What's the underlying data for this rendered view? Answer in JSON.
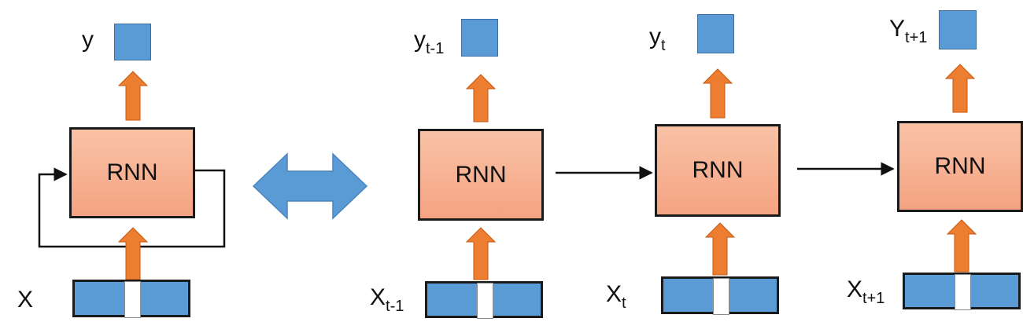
{
  "colors": {
    "rnn_fill_top": "#f9c2a6",
    "rnn_fill_bottom": "#f4a382",
    "box_border": "#1a1a1a",
    "vector_blue": "#5b9bd5",
    "arrow_orange": "#ed7d31",
    "double_arrow_blue": "#5b9bd5"
  },
  "folded": {
    "rnn_label": "RNN",
    "output_label": "y",
    "input_label": "X"
  },
  "unfolded": [
    {
      "rnn_label": "RNN",
      "output_base": "y",
      "output_sub": "t-1",
      "input_base": "X",
      "input_sub": "t-1"
    },
    {
      "rnn_label": "RNN",
      "output_base": "y",
      "output_sub": "t",
      "input_base": "X",
      "input_sub": "t"
    },
    {
      "rnn_label": "RNN",
      "output_base": "Y",
      "output_sub": "t+1",
      "input_base": "X",
      "input_sub": "t+1"
    }
  ],
  "icons": {
    "equivalence": "double-headed-arrow-icon",
    "up_arrow": "up-arrow-icon",
    "recurrent_loop": "loop-arrow-icon",
    "time_arrow": "right-arrow-icon"
  }
}
